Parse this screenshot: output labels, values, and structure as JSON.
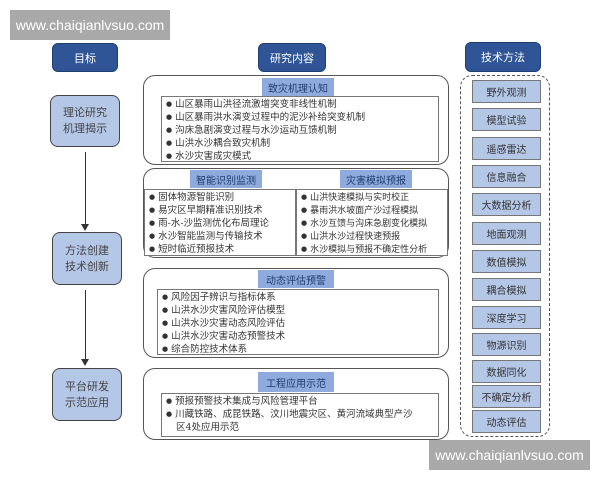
{
  "watermark": "www.chaiqianlvsuo.com",
  "headers": {
    "goal": "目标",
    "content": "研究内容",
    "method": "技术方法"
  },
  "goals": [
    {
      "line1": "理论研究",
      "line2": "机理揭示"
    },
    {
      "line1": "方法创建",
      "line2": "技术创新"
    },
    {
      "line1": "平台研发",
      "line2": "示范应用"
    }
  ],
  "sections": [
    {
      "title": "致灾机理认知",
      "items": [
        "山区暴雨山洪径流激增突变非线性机制",
        "山区暴雨洪水演变过程中的泥沙补给突变机制",
        "沟床急剧演变过程与水沙运动互馈机制",
        "山洪水沙耦合致灾机制",
        "水沙灾害成灾模式"
      ]
    },
    {
      "title": "智能识别监测",
      "items": [
        "固体物源智能识别",
        "易灾区早期精准识别技术",
        "雨-水-沙监测优化布局理论",
        "水沙智能监测与传输技术",
        "短时临近预报技术"
      ]
    },
    {
      "title": "灾害模拟预报",
      "items": [
        "山洪快速模拟与实时校正",
        "暴雨洪水坡面产沙过程模拟",
        "水沙互馈与沟床急剧变化模拟",
        "山洪水沙过程快速预报",
        "水沙模拟与预报不确定性分析"
      ]
    },
    {
      "title": "动态评估预警",
      "items": [
        "风险因子辨识与指标体系",
        "山洪水沙灾害风险评估模型",
        "山洪水沙灾害动态风险评估",
        "山洪水沙灾害动态预警技术",
        "综合防控技术体系"
      ]
    },
    {
      "title": "工程应用示范",
      "items": [
        "预报预警技术集成与风险管理平台",
        "川藏铁路、成昆铁路、汶川地震灾区、黄河流域典型产沙",
        "区4处应用示范"
      ]
    }
  ],
  "methods": [
    "野外观测",
    "模型试验",
    "遥感雷达",
    "信息融合",
    "大数据分析",
    "地面观测",
    "数值模拟",
    "耦合模拟",
    "深度学习",
    "物源识别",
    "数据同化",
    "不确定分析",
    "动态评估"
  ],
  "colors": {
    "header": "#2f5597",
    "box": "#b4c7e7",
    "tab": "#8faadc"
  }
}
